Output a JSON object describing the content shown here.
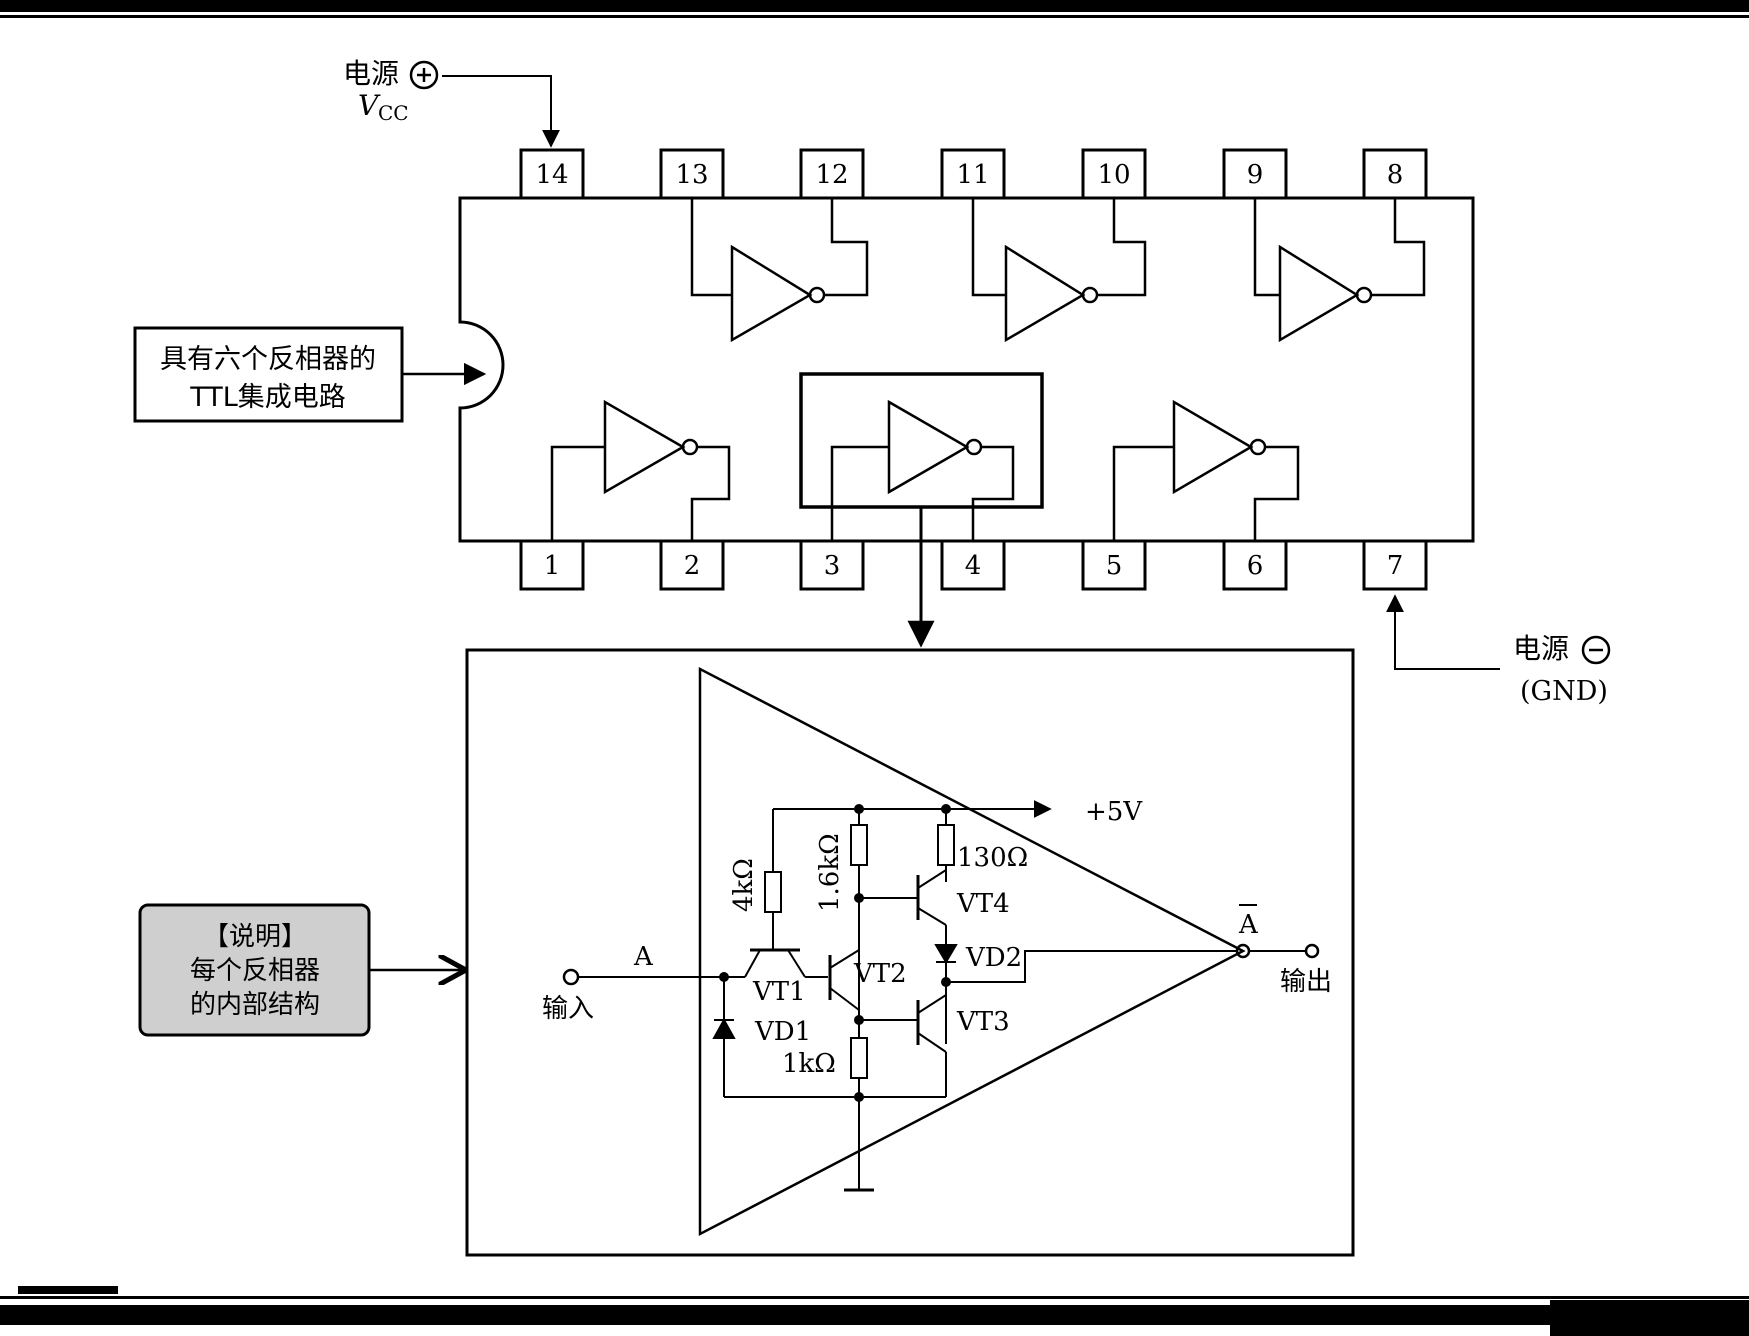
{
  "power_positive": {
    "label": "电源",
    "symbol": "+",
    "vcc_italic": "V",
    "vcc_sub": "CC"
  },
  "power_negative": {
    "label": "电源",
    "symbol": "−",
    "gnd": "(GND)"
  },
  "chip_pins": {
    "top": [
      "14",
      "13",
      "12",
      "11",
      "10",
      "9",
      "8"
    ],
    "bottom": [
      "1",
      "2",
      "3",
      "4",
      "5",
      "6",
      "7"
    ]
  },
  "chip_callout": {
    "line1": "具有六个反相器的",
    "line2": "TTL集成电路"
  },
  "explanation_callout": {
    "line1": "【说明】",
    "line2": "每个反相器",
    "line3": "的内部结构"
  },
  "circuit": {
    "supply": "+5V",
    "input_node": "A",
    "input_label": "输入",
    "output_node": "A",
    "output_label": "输出",
    "components": {
      "r1": "4kΩ",
      "r2": "1.6kΩ",
      "r3": "130Ω",
      "r4": "1kΩ",
      "vt1": "VT1",
      "vt2": "VT2",
      "vt3": "VT3",
      "vt4": "VT4",
      "vd1": "VD1",
      "vd2": "VD2"
    }
  }
}
